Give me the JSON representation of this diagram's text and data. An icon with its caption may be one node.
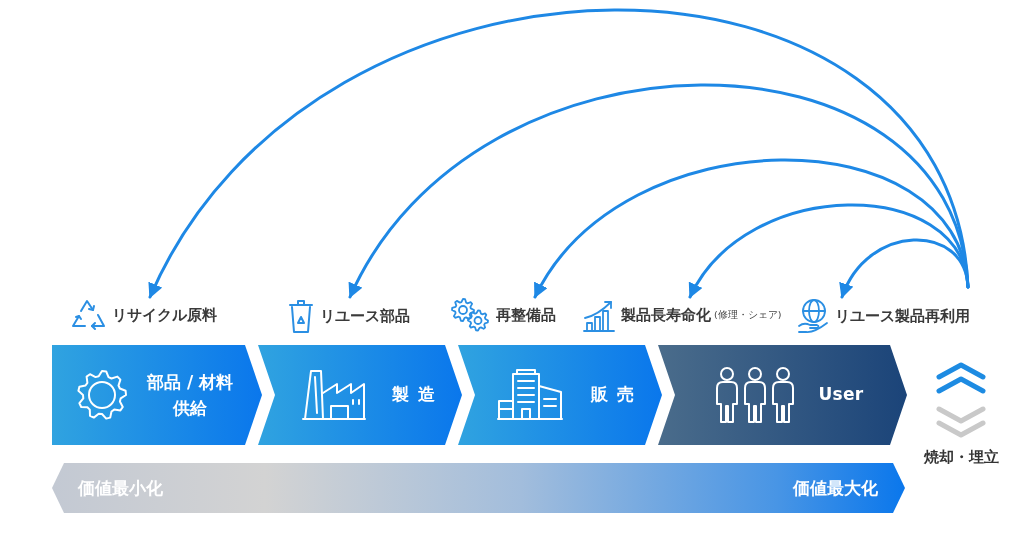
{
  "diagram": {
    "nodes": [
      {
        "text": [
          "リサイクル原料"
        ]
      },
      {
        "text": [
          "リユース部品"
        ]
      },
      {
        "text": [
          "再整備品"
        ]
      },
      {
        "text": [
          "製品長寿命化",
          "(修理・シェア)"
        ]
      },
      {
        "text": [
          "リユース製品再利用"
        ]
      },
      {
        "text": [
          "部品 / 材料供給"
        ]
      },
      {
        "text": [
          "製造"
        ]
      },
      {
        "text": [
          "販売"
        ]
      },
      {
        "text": [
          "User"
        ]
      },
      {
        "text": [
          "価値最小化",
          "価値最大化"
        ]
      }
    ],
    "edges": [
      {
        "from": null,
        "to": 0,
        "arrow": "to"
      },
      {
        "from": null,
        "to": 1,
        "arrow": "to"
      },
      {
        "from": null,
        "to": 2,
        "arrow": "to"
      },
      {
        "from": null,
        "to": 3,
        "arrow": "to"
      },
      {
        "from": null,
        "to": 4,
        "arrow": "to"
      }
    ],
    "labels": [
      "焼却・埋立"
    ]
  }
}
